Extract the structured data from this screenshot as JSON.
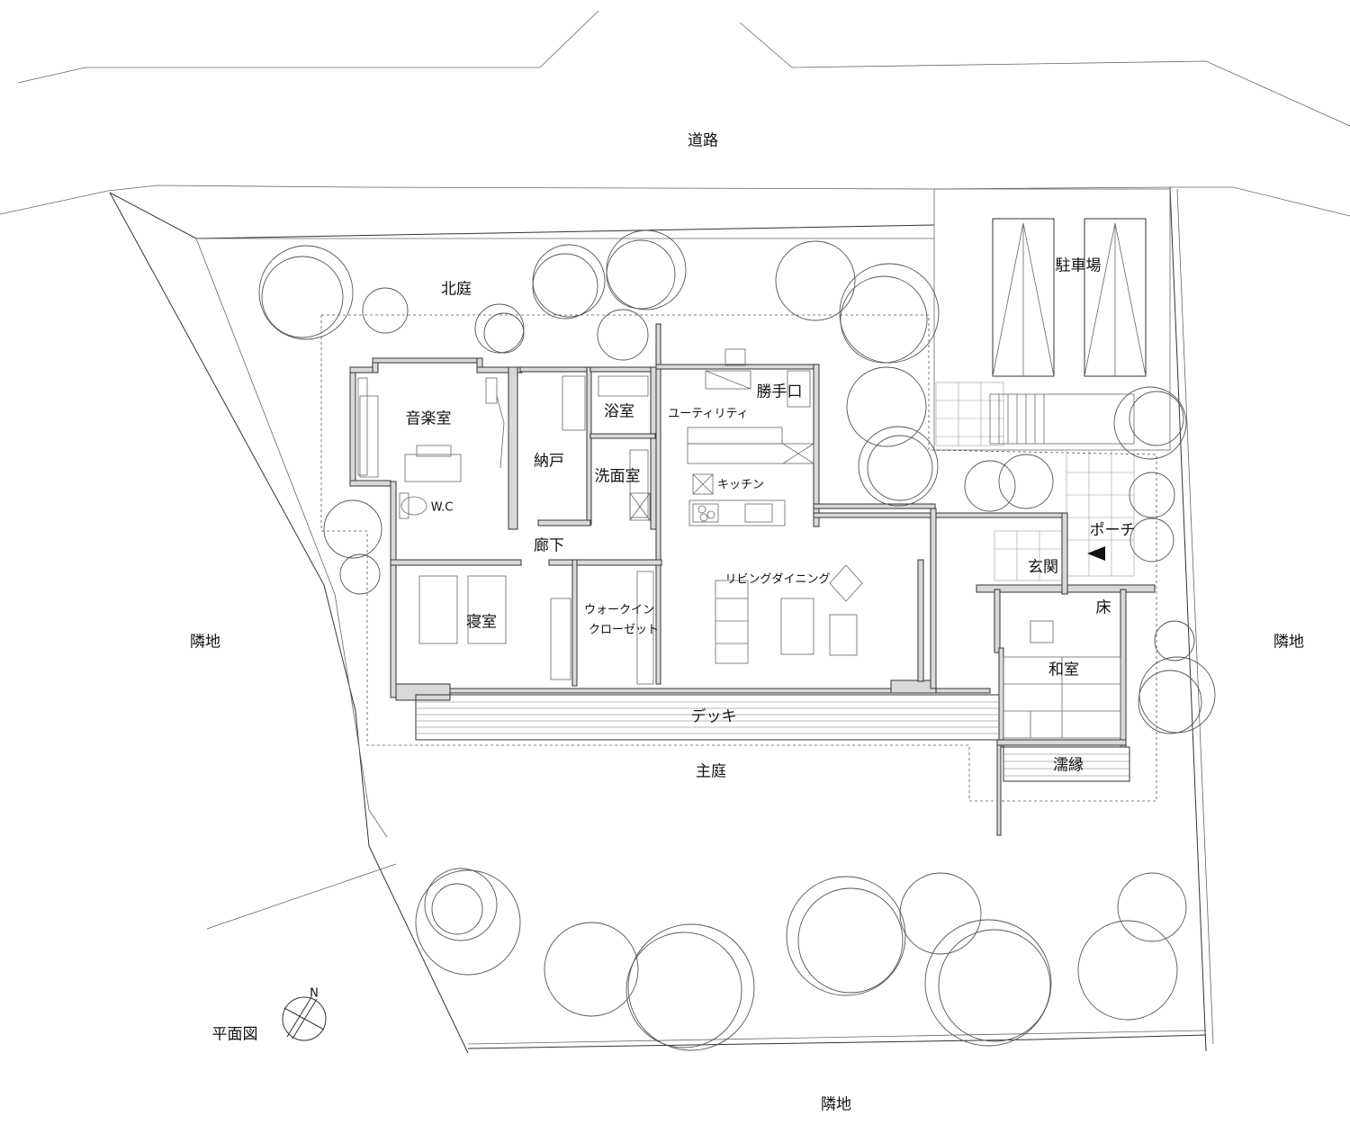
{
  "labels": {
    "road": "道路",
    "north_garden": "北庭",
    "parking": "駐車場",
    "music_room": "音楽室",
    "storage": "納戸",
    "bath": "浴室",
    "utility": "ユーティリティ",
    "service_entrance": "勝手口",
    "washroom": "洗面室",
    "kitchen": "キッチン",
    "wc": "W.C",
    "porch": "ポーチ",
    "hallway": "廊下",
    "living_dining": "リビングダイニング",
    "entrance": "玄関",
    "tokonoma": "床",
    "bedroom": "寝室",
    "walk_in_closet_1": "ウォークイン",
    "walk_in_closet_2": "クローゼット",
    "japanese_room": "和室",
    "deck": "デッキ",
    "neighbor_left": "隣地",
    "neighbor_right": "隣地",
    "neighbor_bottom": "隣地",
    "main_garden": "主庭",
    "veranda": "濡縁",
    "plan_title": "平面図",
    "north_mark": "N"
  },
  "icons": [
    "north-arrow-icon",
    "toilet-icon",
    "stove-icon",
    "bathtub-icon",
    "entrance-arrow-icon"
  ]
}
